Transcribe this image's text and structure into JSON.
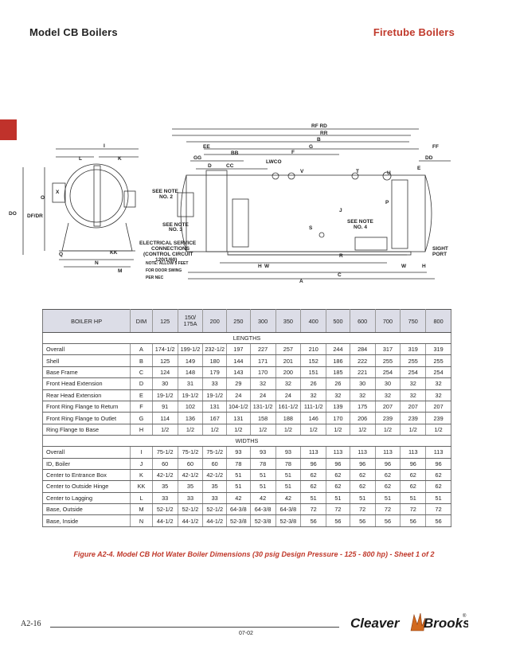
{
  "header": {
    "left_title": "Model CB Boilers",
    "right_title": "Firetube Boilers"
  },
  "drawing": {
    "labels": {
      "rf_rd": "RF  RD",
      "rr": "RR",
      "b": "B",
      "g": "G",
      "ee": "EE",
      "ff": "FF",
      "bb": "BB",
      "gg": "GG",
      "dd": "DD",
      "lwco": "LWCO",
      "d": "D",
      "cc": "CC",
      "f": "F",
      "e": "E",
      "v": "V",
      "t": "T",
      "u": "U",
      "i": "I",
      "l": "L",
      "k": "K",
      "o": "O",
      "x": "X",
      "do": "DO",
      "df_dr": "DF/DR",
      "q": "Q",
      "kk": "KK",
      "n": "N",
      "m": "M",
      "j": "J",
      "p": "P",
      "s": "S",
      "r": "R",
      "h": "H",
      "w": "W",
      "c": "C",
      "a": "A",
      "see_note_2a": "SEE NOTE",
      "see_note_2b": "NO. 2",
      "see_note_3a": "SEE NOTE",
      "see_note_3b": "NO. 3",
      "see_note_4a": "SEE NOTE",
      "see_note_4b": "NO. 4",
      "elec_1": "ELECTRICAL SERVICE",
      "elec_2": "CONNECTIONS",
      "elec_3": "(CONTROL CIRCUIT",
      "elec_4": "120/1/60)",
      "note_1": "NOTE: ALLOW 5 FEET",
      "note_2": "FOR DOOR SWING",
      "note_3": "PER NEC",
      "sight_1": "SIGHT",
      "sight_2": "PORT"
    }
  },
  "table": {
    "headers": [
      "BOILER HP",
      "DIM",
      "125",
      "150/\n175A",
      "200",
      "250",
      "300",
      "350",
      "400",
      "500",
      "600",
      "700",
      "750",
      "800"
    ],
    "section_lengths": "LENGTHS",
    "section_widths": "WIDTHS",
    "lengths_rows": [
      [
        "Overall",
        "A",
        "174-1/2",
        "199-1/2",
        "232-1/2",
        "197",
        "227",
        "257",
        "210",
        "244",
        "284",
        "317",
        "319",
        "319"
      ],
      [
        "Shell",
        "B",
        "125",
        "149",
        "180",
        "144",
        "171",
        "201",
        "152",
        "186",
        "222",
        "255",
        "255",
        "255"
      ],
      [
        "Base Frame",
        "C",
        "124",
        "148",
        "179",
        "143",
        "170",
        "200",
        "151",
        "185",
        "221",
        "254",
        "254",
        "254"
      ],
      [
        "Front Head Extension",
        "D",
        "30",
        "31",
        "33",
        "29",
        "32",
        "32",
        "26",
        "26",
        "30",
        "30",
        "32",
        "32"
      ],
      [
        "Rear Head Extension",
        "E",
        "19-1/2",
        "19-1/2",
        "19-1/2",
        "24",
        "24",
        "24",
        "32",
        "32",
        "32",
        "32",
        "32",
        "32"
      ],
      [
        "Front Ring Flange to Return",
        "F",
        "91",
        "102",
        "131",
        "104-1/2",
        "131-1/2",
        "161-1/2",
        "111-1/2",
        "139",
        "175",
        "207",
        "207",
        "207"
      ],
      [
        "Front Ring Flange to Outlet",
        "G",
        "114",
        "136",
        "167",
        "131",
        "158",
        "188",
        "146",
        "170",
        "206",
        "239",
        "239",
        "239"
      ],
      [
        "Ring Flange to Base",
        "H",
        "1/2",
        "1/2",
        "1/2",
        "1/2",
        "1/2",
        "1/2",
        "1/2",
        "1/2",
        "1/2",
        "1/2",
        "1/2",
        "1/2"
      ]
    ],
    "widths_rows": [
      [
        "Overall",
        "I",
        "75-1/2",
        "75-1/2",
        "75-1/2",
        "93",
        "93",
        "93",
        "113",
        "113",
        "113",
        "113",
        "113",
        "113"
      ],
      [
        "ID, Boiler",
        "J",
        "60",
        "60",
        "60",
        "78",
        "78",
        "78",
        "96",
        "96",
        "96",
        "96",
        "96",
        "96"
      ],
      [
        "Center to Entrance Box",
        "K",
        "42-1/2",
        "42-1/2",
        "42-1/2",
        "51",
        "51",
        "51",
        "62",
        "62",
        "62",
        "62",
        "62",
        "62"
      ],
      [
        "Center to Outside Hinge",
        "KK",
        "35",
        "35",
        "35",
        "51",
        "51",
        "51",
        "62",
        "62",
        "62",
        "62",
        "62",
        "62"
      ],
      [
        "Center to Lagging",
        "L",
        "33",
        "33",
        "33",
        "42",
        "42",
        "42",
        "51",
        "51",
        "51",
        "51",
        "51",
        "51"
      ],
      [
        "Base, Outside",
        "M",
        "52-1/2",
        "52-1/2",
        "52-1/2",
        "64-3/8",
        "64-3/8",
        "64-3/8",
        "72",
        "72",
        "72",
        "72",
        "72",
        "72"
      ],
      [
        "Base, Inside",
        "N",
        "44-1/2",
        "44-1/2",
        "44-1/2",
        "52-3/8",
        "52-3/8",
        "52-3/8",
        "56",
        "56",
        "56",
        "56",
        "56",
        "56"
      ]
    ]
  },
  "caption": "Figure A2-4. Model CB Hot Water Boiler Dimensions (30 psig Design Pressure - 125 - 800 hp) - Sheet 1 of 2",
  "footer": {
    "page_number": "A2-16",
    "code": "07-02",
    "logo_left": "Cleaver",
    "logo_right": "Brooks",
    "logo_mark": "®"
  },
  "colors": {
    "accent_red": "#c0322b",
    "header_band": "#dcdde7"
  }
}
